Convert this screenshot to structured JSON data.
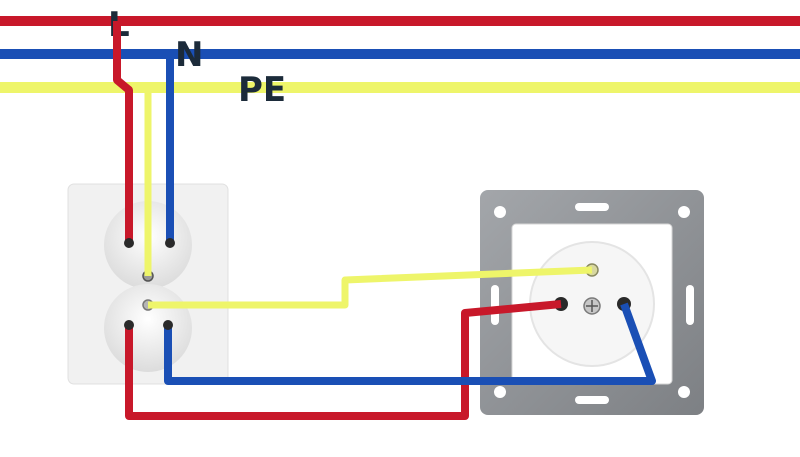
{
  "labels": {
    "live": "L",
    "neutral": "N",
    "earth": "PE"
  },
  "colors": {
    "live": "#c8182a",
    "neutral": "#1a4fb5",
    "earth": "#eef56a",
    "double_socket_plate": "#f1f1f1",
    "single_socket_frame": "#8d9094",
    "single_socket_face": "#ffffff",
    "label_text": "#1c2b3a"
  },
  "components": {
    "double_socket": "double-socket",
    "single_socket": "single-socket"
  }
}
